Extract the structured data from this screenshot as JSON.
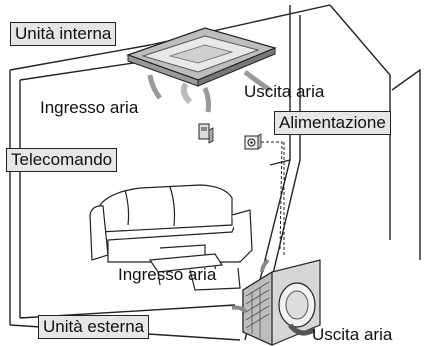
{
  "labels": {
    "indoor_unit": "Unità interna",
    "air_outlet_top": "Uscita aria",
    "air_inlet_top": "Ingresso aria",
    "power_supply": "Alimentazione",
    "remote_control": "Telecomando",
    "air_inlet_bottom": "Ingresso aria",
    "outdoor_unit": "Unità esterna",
    "air_outlet_bottom": "Uscita aria"
  },
  "colors": {
    "line": "#222222",
    "label_fill": "#e6e6e6",
    "unit_fill": "#cfcfcf",
    "unit_dark": "#8a8a8a"
  }
}
